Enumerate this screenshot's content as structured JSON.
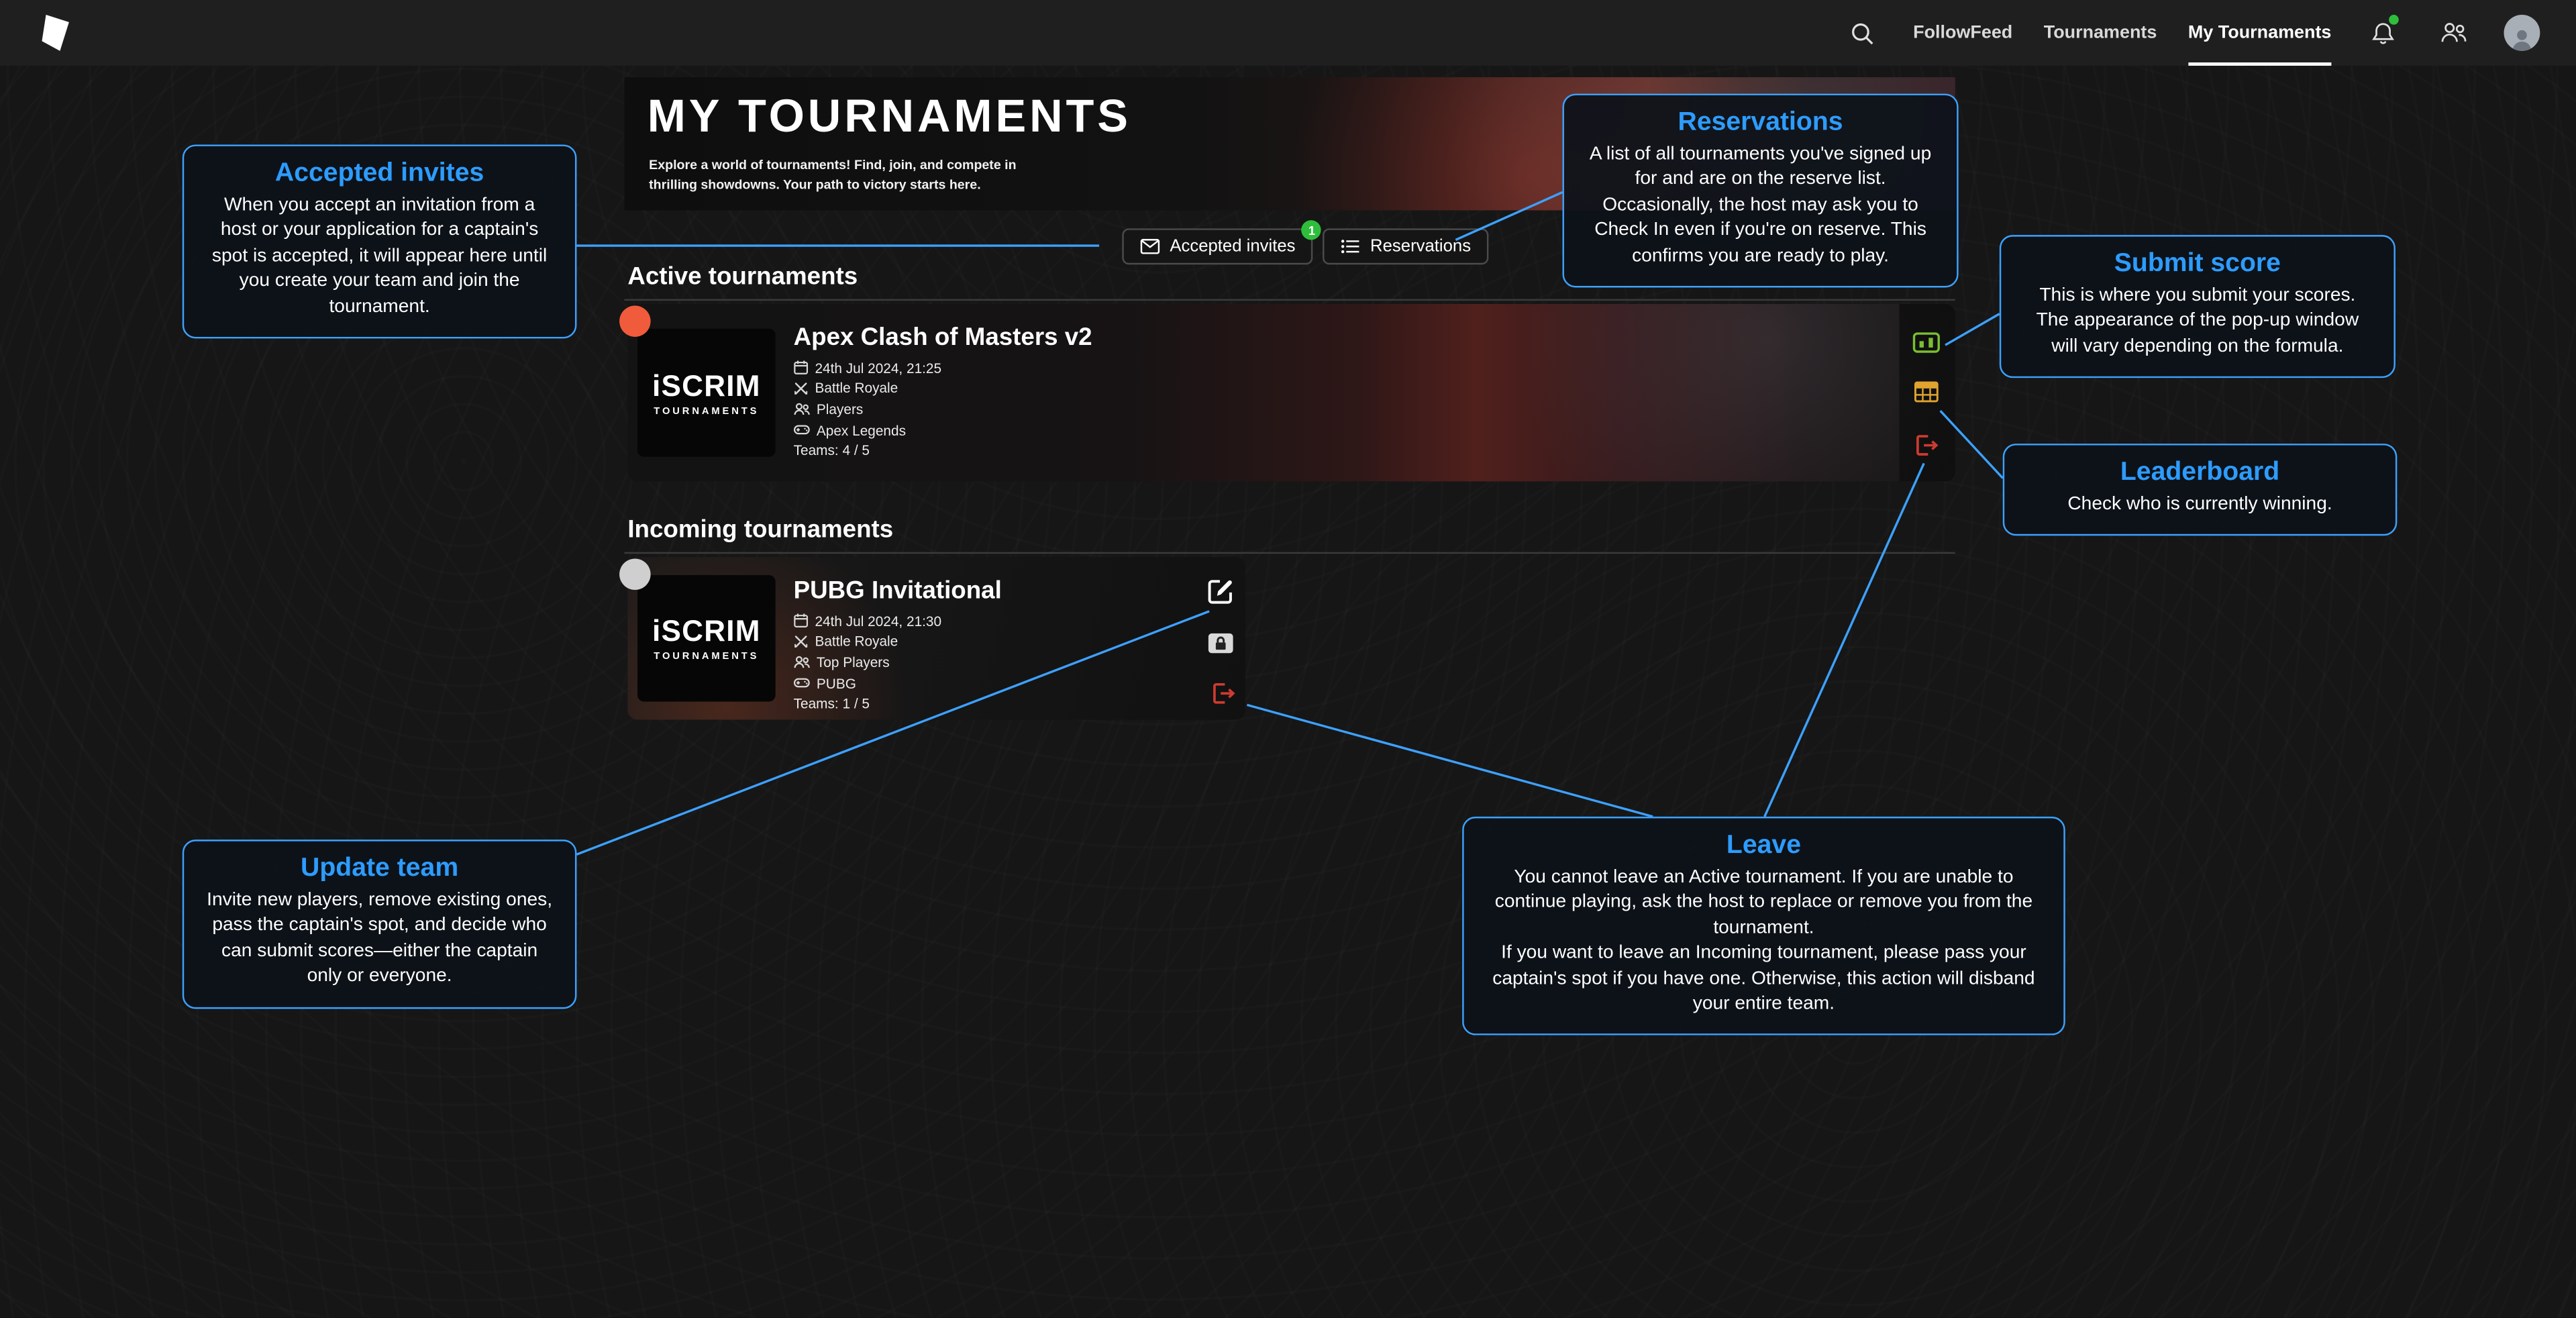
{
  "colors": {
    "accent_blue": "#3DA1FF",
    "badge_green": "#2FBE3C",
    "status_active": "#F05B3C",
    "status_incoming": "#CFCFCF",
    "submit_icon_green": "#79BE30",
    "leaderboard_icon_yellow": "#E0A32E",
    "leave_icon_red": "#CE3B30"
  },
  "icons": {
    "search": "magnifier",
    "notifications": "bell",
    "friends": "people",
    "account": "avatar",
    "accepted_invites": "envelope",
    "reservations": "list",
    "date": "calendar",
    "format": "crossed-swords",
    "players": "people",
    "game": "gamepad",
    "submit_score": "score-frame",
    "leaderboard": "table-grid",
    "leave": "logout-door",
    "update_team": "edit-pencil",
    "locked": "lock"
  },
  "navbar": {
    "links": [
      {
        "label": "FollowFeed"
      },
      {
        "label": "Tournaments"
      },
      {
        "label": "My Tournaments"
      }
    ]
  },
  "hero": {
    "title": "MY TOURNAMENTS",
    "subtitle": "Explore a world of tournaments! Find, join, and compete in thrilling showdowns. Your path to victory starts here."
  },
  "actions": {
    "accepted_invites_label": "Accepted invites",
    "accepted_invites_badge": "1",
    "reservations_label": "Reservations"
  },
  "sections": {
    "active_heading": "Active tournaments",
    "incoming_heading": "Incoming tournaments"
  },
  "brand": {
    "logo_line1": "iSCRIM",
    "logo_line2": "TOURNAMENTS"
  },
  "tournaments": [
    {
      "title": "Apex Clash of Masters v2",
      "date": "24th Jul 2024, 21:25",
      "format": "Battle Royale",
      "players": "Players",
      "game": "Apex Legends",
      "teams": "Teams: 4 / 5",
      "status": "active"
    },
    {
      "title": "PUBG Invitational",
      "date": "24th Jul 2024, 21:30",
      "format": "Battle Royale",
      "players": "Top Players",
      "game": "PUBG",
      "teams": "Teams: 1 / 5",
      "status": "incoming"
    }
  ],
  "callouts": {
    "accepted_invites": {
      "title": "Accepted invites",
      "body": "When you accept an invitation from a host or your application for a captain's spot is accepted, it will appear here until you create your team and join the tournament."
    },
    "reservations": {
      "title": "Reservations",
      "body": "A list of all tournaments you've signed up for and are on the reserve list. Occasionally, the host may ask you to Check In even if you're on reserve. This confirms you are ready to play."
    },
    "submit_score": {
      "title": "Submit score",
      "body": "This is where you submit your scores. The appearance of the pop-up window will vary depending on the formula."
    },
    "leaderboard": {
      "title": "Leaderboard",
      "body": "Check who is currently winning."
    },
    "update_team": {
      "title": "Update team",
      "body": "Invite new players, remove existing ones, pass the captain's spot, and decide who can submit scores—either the captain only or everyone."
    },
    "leave": {
      "title": "Leave",
      "body1": "You cannot leave an Active tournament. If you are unable to continue playing, ask the host to replace or remove you from the tournament.",
      "body2": "If you want to leave an Incoming tournament, please pass your captain's spot if you have one. Otherwise, this action will disband your entire team."
    }
  }
}
